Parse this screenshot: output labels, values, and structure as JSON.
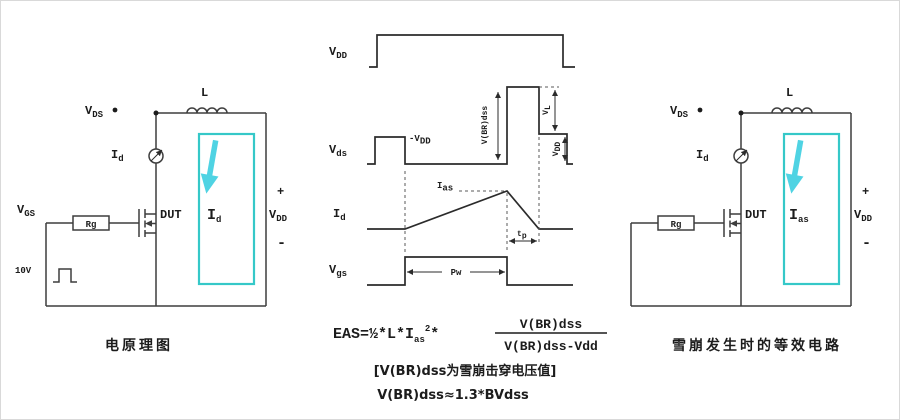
{
  "colors": {
    "wire": "#3d3d3d",
    "waveform": "#2b2b2b",
    "teal_box": "#35c8c8",
    "cyan_arrow": "#4fd3e3",
    "text": "#1c1c1c"
  },
  "left": {
    "caption": "电原理图",
    "vds_base": "V",
    "vds_sub": "DS",
    "id_probe_base": "I",
    "id_probe_sub": "d",
    "vgs_base": "V",
    "vgs_sub": "GS",
    "rg": "Rg",
    "dut": "DUT",
    "inductor": "L",
    "box_current_base": "I",
    "box_current_sub": "d",
    "plus": "+",
    "vdd_base": "V",
    "vdd_sub": "DD",
    "minus": "-",
    "gate_supply": "10V"
  },
  "wave": {
    "rows_vdd_base": "V",
    "rows_vdd_sub": "DD",
    "rows_vds_base": "V",
    "rows_vds_sub": "ds",
    "rows_id_base": "I",
    "rows_id_sub": "d",
    "rows_vgs_base": "V",
    "rows_vgs_sub": "gs",
    "vdd_level_base": "-V",
    "vdd_level_sub": "DD",
    "vbr_dss": "V(BR)dss",
    "vl_base": "V",
    "vl_sub": "L",
    "vdd_tag_base": "V",
    "vdd_tag_sub": "DD",
    "ias_base": "I",
    "ias_sub": "as",
    "tp_base": "t",
    "tp_sub": "p",
    "pw": "Pw"
  },
  "formula": {
    "p1": "EAS=",
    "half": "½",
    "p2": "*L*I",
    "sub_as": "as",
    "sup_2": "2",
    "p3": "*",
    "numerator": "V(BR)dss",
    "denominator": "V(BR)dss-Vdd",
    "note1": "[V(BR)dss为雪崩击穿电压值]",
    "note2": "V(BR)dss≈1.3*BVdss"
  },
  "right": {
    "caption": "雪崩发生时的等效电路",
    "vds_base": "V",
    "vds_sub": "DS",
    "id_probe_base": "I",
    "id_probe_sub": "d",
    "rg": "Rg",
    "dut": "DUT",
    "inductor": "L",
    "box_current_base": "I",
    "box_current_sub": "as",
    "plus": "+",
    "vdd_base": "V",
    "vdd_sub": "DD",
    "minus": "-"
  }
}
